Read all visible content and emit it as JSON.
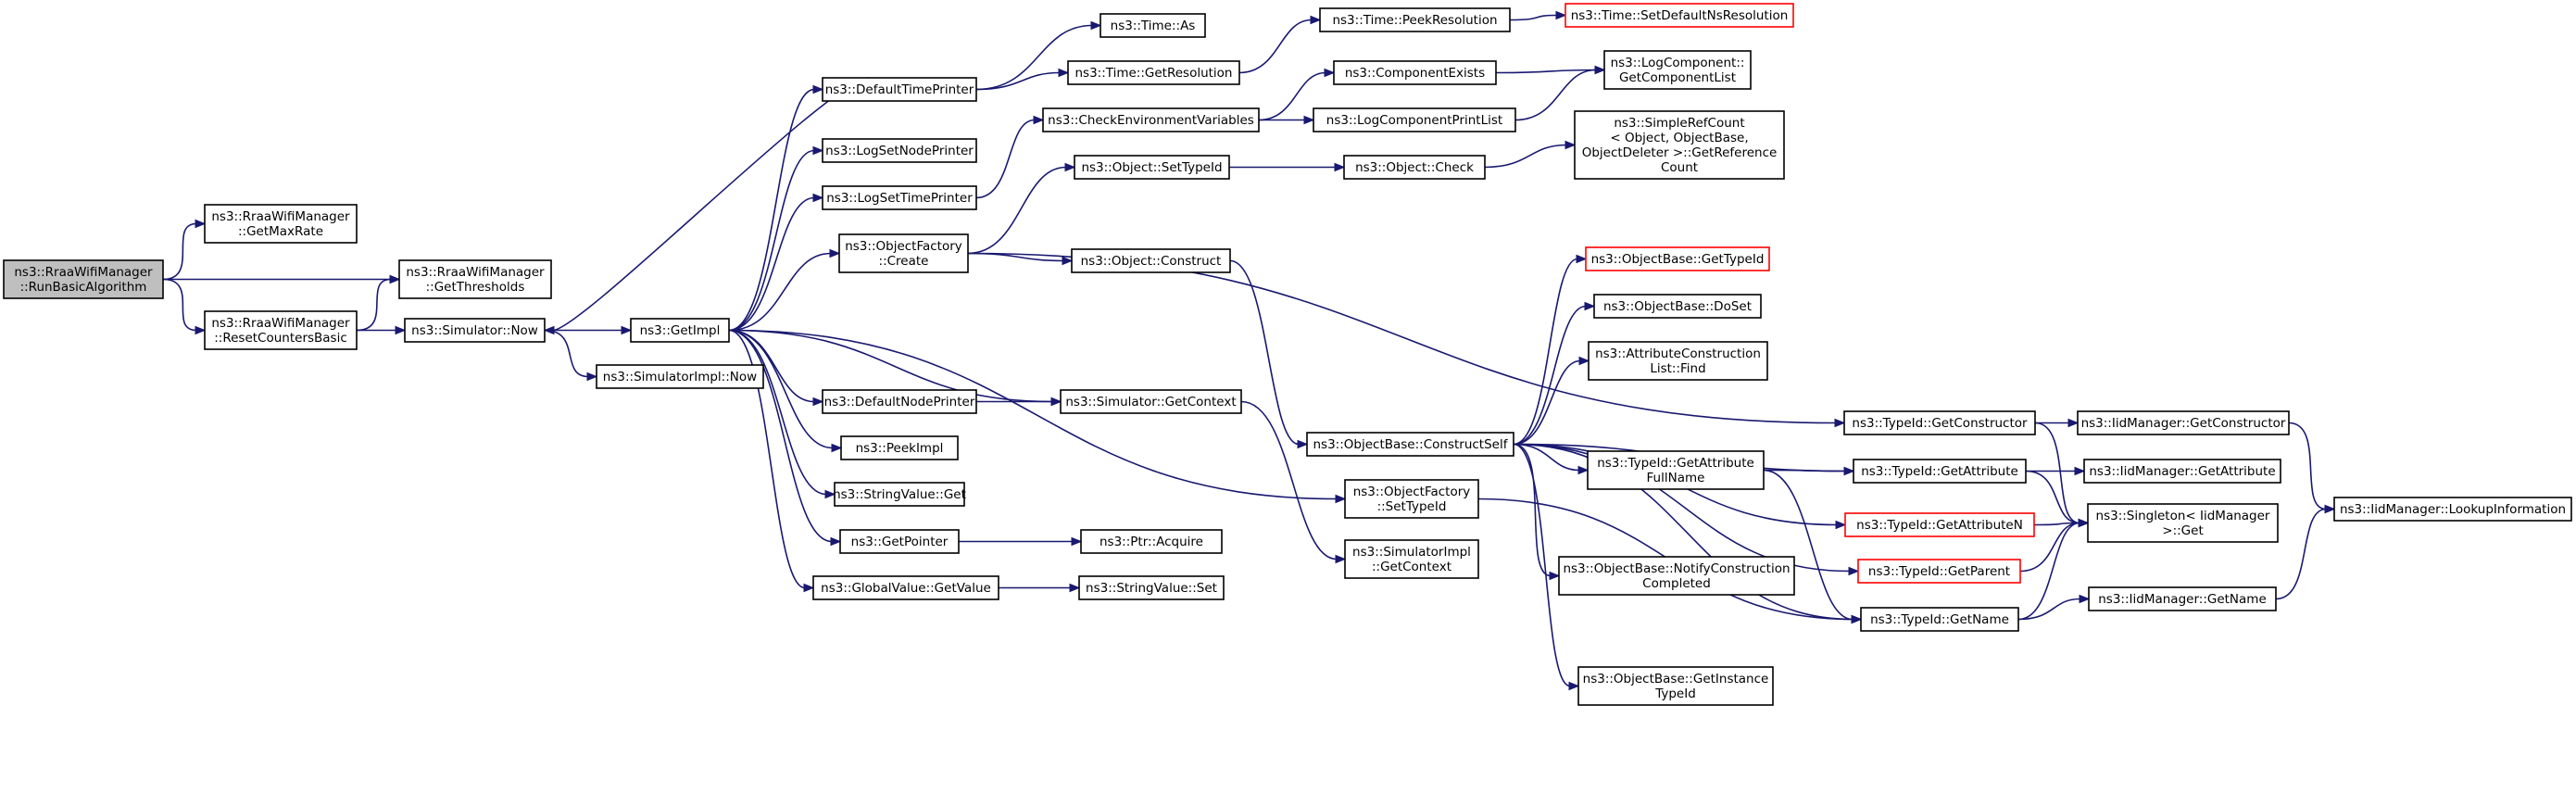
{
  "diagram": {
    "colors": {
      "edge": "#191970",
      "node_border": "#000000",
      "node_border_truncated": "#ff0000",
      "root_fill": "#bfbfbf"
    },
    "nodes": [
      {
        "id": "runbasic",
        "lines": [
          "ns3::RraaWifiManager",
          "::RunBasicAlgorithm"
        ],
        "style": "root"
      },
      {
        "id": "getmaxrate",
        "lines": [
          "ns3::RraaWifiManager",
          "::GetMaxRate"
        ]
      },
      {
        "id": "getthresholds",
        "lines": [
          "ns3::RraaWifiManager",
          "::GetThresholds"
        ]
      },
      {
        "id": "resetcounters",
        "lines": [
          "ns3::RraaWifiManager",
          "::ResetCountersBasic"
        ]
      },
      {
        "id": "simnow",
        "lines": [
          "ns3::Simulator::Now"
        ]
      },
      {
        "id": "getimpl",
        "lines": [
          "ns3::GetImpl"
        ]
      },
      {
        "id": "simimplnow",
        "lines": [
          "ns3::SimulatorImpl::Now"
        ]
      },
      {
        "id": "defaulttimeprinter",
        "lines": [
          "ns3::DefaultTimePrinter"
        ]
      },
      {
        "id": "logsetnodeprinter",
        "lines": [
          "ns3::LogSetNodePrinter"
        ]
      },
      {
        "id": "logsettimeprinter",
        "lines": [
          "ns3::LogSetTimePrinter"
        ]
      },
      {
        "id": "objfactorycreate",
        "lines": [
          "ns3::ObjectFactory",
          "::Create"
        ]
      },
      {
        "id": "defaultnodeprinter",
        "lines": [
          "ns3::DefaultNodePrinter"
        ]
      },
      {
        "id": "peekimpl",
        "lines": [
          "ns3::PeekImpl"
        ]
      },
      {
        "id": "stringvalueget",
        "lines": [
          "ns3::StringValue::Get"
        ]
      },
      {
        "id": "getpointer",
        "lines": [
          "ns3::GetPointer"
        ]
      },
      {
        "id": "globalvaluegetvalue",
        "lines": [
          "ns3::GlobalValue::GetValue"
        ]
      },
      {
        "id": "timeas",
        "lines": [
          "ns3::Time::As"
        ]
      },
      {
        "id": "timegetres",
        "lines": [
          "ns3::Time::GetResolution"
        ]
      },
      {
        "id": "checkenv",
        "lines": [
          "ns3::CheckEnvironmentVariables"
        ]
      },
      {
        "id": "objsettypeid",
        "lines": [
          "ns3::Object::SetTypeId"
        ]
      },
      {
        "id": "objconstruct",
        "lines": [
          "ns3::Object::Construct"
        ]
      },
      {
        "id": "simgetcontext",
        "lines": [
          "ns3::Simulator::GetContext"
        ]
      },
      {
        "id": "ptracquire",
        "lines": [
          "ns3::Ptr::Acquire"
        ]
      },
      {
        "id": "stringvalueset",
        "lines": [
          "ns3::StringValue::Set"
        ]
      },
      {
        "id": "timepeekres",
        "lines": [
          "ns3::Time::PeekResolution"
        ]
      },
      {
        "id": "timesetdefault",
        "lines": [
          "ns3::Time::SetDefaultNsResolution"
        ],
        "style": "red"
      },
      {
        "id": "compexists",
        "lines": [
          "ns3::ComponentExists"
        ]
      },
      {
        "id": "logcompprintlist",
        "lines": [
          "ns3::LogComponentPrintList"
        ]
      },
      {
        "id": "logcompgetlist",
        "lines": [
          "ns3::LogComponent::",
          "GetComponentList"
        ]
      },
      {
        "id": "objcheck",
        "lines": [
          "ns3::Object::Check"
        ]
      },
      {
        "id": "simplerefcount",
        "lines": [
          "ns3::SimpleRefCount",
          "< Object, ObjectBase,",
          "ObjectDeleter >::GetReference",
          "Count"
        ]
      },
      {
        "id": "objbaseconstructself",
        "lines": [
          "ns3::ObjectBase::ConstructSelf"
        ]
      },
      {
        "id": "objfactorysettypeid",
        "lines": [
          "ns3::ObjectFactory",
          "::SetTypeId"
        ]
      },
      {
        "id": "simimplgetcontext",
        "lines": [
          "ns3::SimulatorImpl",
          "::GetContext"
        ]
      },
      {
        "id": "objbasegettypeid",
        "lines": [
          "ns3::ObjectBase::GetTypeId"
        ],
        "style": "red"
      },
      {
        "id": "objbasedoset",
        "lines": [
          "ns3::ObjectBase::DoSet"
        ]
      },
      {
        "id": "attrconstlistfind",
        "lines": [
          "ns3::AttributeConstruction",
          "List::Find"
        ]
      },
      {
        "id": "typeidgetattrfullname",
        "lines": [
          "ns3::TypeId::GetAttribute",
          "FullName"
        ]
      },
      {
        "id": "objbasenotify",
        "lines": [
          "ns3::ObjectBase::NotifyConstruction",
          "Completed"
        ]
      },
      {
        "id": "objbasegetinstance",
        "lines": [
          "ns3::ObjectBase::GetInstance",
          "TypeId"
        ]
      },
      {
        "id": "typeidgetconstructor",
        "lines": [
          "ns3::TypeId::GetConstructor"
        ]
      },
      {
        "id": "typeidgetattribute",
        "lines": [
          "ns3::TypeId::GetAttribute"
        ]
      },
      {
        "id": "typeidgetattributen",
        "lines": [
          "ns3::TypeId::GetAttributeN"
        ],
        "style": "red"
      },
      {
        "id": "typeidgetparent",
        "lines": [
          "ns3::TypeId::GetParent"
        ],
        "style": "red"
      },
      {
        "id": "typeidgetname",
        "lines": [
          "ns3::TypeId::GetName"
        ]
      },
      {
        "id": "iidgetconstructor",
        "lines": [
          "ns3::IidManager::GetConstructor"
        ]
      },
      {
        "id": "iidgetattribute",
        "lines": [
          "ns3::IidManager::GetAttribute"
        ]
      },
      {
        "id": "singletonget",
        "lines": [
          "ns3::Singleton< IidManager",
          ">::Get"
        ]
      },
      {
        "id": "iidgetname",
        "lines": [
          "ns3::IidManager::GetName"
        ]
      },
      {
        "id": "iidlookup",
        "lines": [
          "ns3::IidManager::LookupInformation"
        ]
      }
    ],
    "edges": [
      [
        "runbasic",
        "getmaxrate"
      ],
      [
        "runbasic",
        "getthresholds"
      ],
      [
        "runbasic",
        "resetcounters"
      ],
      [
        "resetcounters",
        "getthresholds"
      ],
      [
        "resetcounters",
        "simnow"
      ],
      [
        "simnow",
        "getimpl"
      ],
      [
        "simnow",
        "simimplnow"
      ],
      [
        "getimpl",
        "defaulttimeprinter"
      ],
      [
        "getimpl",
        "logsetnodeprinter"
      ],
      [
        "getimpl",
        "logsettimeprinter"
      ],
      [
        "getimpl",
        "objfactorycreate"
      ],
      [
        "getimpl",
        "defaultnodeprinter"
      ],
      [
        "getimpl",
        "peekimpl"
      ],
      [
        "getimpl",
        "stringvalueget"
      ],
      [
        "getimpl",
        "getpointer"
      ],
      [
        "getimpl",
        "globalvaluegetvalue"
      ],
      [
        "getimpl",
        "objfactorysettypeid"
      ],
      [
        "getimpl",
        "simgetcontext"
      ],
      [
        "defaulttimeprinter",
        "simnow"
      ],
      [
        "defaulttimeprinter",
        "timeas"
      ],
      [
        "defaulttimeprinter",
        "timegetres"
      ],
      [
        "timegetres",
        "timepeekres"
      ],
      [
        "timepeekres",
        "timesetdefault"
      ],
      [
        "logsettimeprinter",
        "checkenv"
      ],
      [
        "checkenv",
        "compexists"
      ],
      [
        "checkenv",
        "logcompprintlist"
      ],
      [
        "compexists",
        "logcompgetlist"
      ],
      [
        "logcompprintlist",
        "logcompgetlist"
      ],
      [
        "objfactorycreate",
        "objsettypeid"
      ],
      [
        "objfactorycreate",
        "objconstruct"
      ],
      [
        "objfactorycreate",
        "typeidgetconstructor"
      ],
      [
        "objsettypeid",
        "objcheck"
      ],
      [
        "objcheck",
        "simplerefcount"
      ],
      [
        "objconstruct",
        "objbaseconstructself"
      ],
      [
        "defaultnodeprinter",
        "simgetcontext"
      ],
      [
        "simgetcontext",
        "simimplgetcontext"
      ],
      [
        "getpointer",
        "ptracquire"
      ],
      [
        "globalvaluegetvalue",
        "stringvalueset"
      ],
      [
        "objbaseconstructself",
        "objbasegettypeid"
      ],
      [
        "objbaseconstructself",
        "objbasedoset"
      ],
      [
        "objbaseconstructself",
        "attrconstlistfind"
      ],
      [
        "objbaseconstructself",
        "typeidgetattrfullname"
      ],
      [
        "objbaseconstructself",
        "objbasenotify"
      ],
      [
        "objbaseconstructself",
        "objbasegetinstance"
      ],
      [
        "objbaseconstructself",
        "typeidgetattribute"
      ],
      [
        "objbaseconstructself",
        "typeidgetattributen"
      ],
      [
        "objbaseconstructself",
        "typeidgetparent"
      ],
      [
        "objbaseconstructself",
        "typeidgetname"
      ],
      [
        "objfactorysettypeid",
        "typeidgetname"
      ],
      [
        "typeidgetattrfullname",
        "typeidgetattribute"
      ],
      [
        "typeidgetattrfullname",
        "typeidgetname"
      ],
      [
        "typeidgetconstructor",
        "iidgetconstructor"
      ],
      [
        "typeidgetconstructor",
        "singletonget"
      ],
      [
        "typeidgetattribute",
        "iidgetattribute"
      ],
      [
        "typeidgetattribute",
        "singletonget"
      ],
      [
        "typeidgetattributen",
        "singletonget"
      ],
      [
        "typeidgetparent",
        "singletonget"
      ],
      [
        "typeidgetname",
        "singletonget"
      ],
      [
        "typeidgetname",
        "iidgetname"
      ],
      [
        "iidgetconstructor",
        "iidlookup"
      ],
      [
        "iidgetname",
        "iidlookup"
      ]
    ]
  }
}
